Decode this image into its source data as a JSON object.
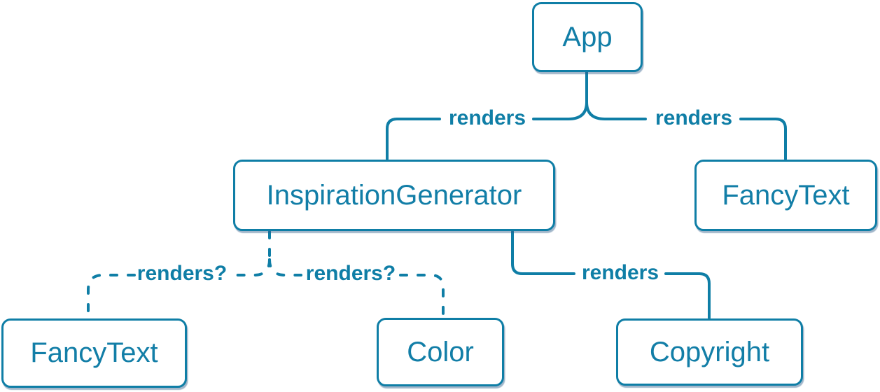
{
  "diagram": {
    "type": "tree",
    "nodes": [
      {
        "id": "app",
        "label": "App"
      },
      {
        "id": "inspiration-generator",
        "label": "InspirationGenerator"
      },
      {
        "id": "fancy-text-top",
        "label": "FancyText"
      },
      {
        "id": "fancy-text-bottom",
        "label": "FancyText"
      },
      {
        "id": "color",
        "label": "Color"
      },
      {
        "id": "copyright",
        "label": "Copyright"
      }
    ],
    "edges": [
      {
        "from": "App",
        "to": "InspirationGenerator",
        "label": "renders",
        "style": "solid"
      },
      {
        "from": "App",
        "to": "FancyText",
        "label": "renders",
        "style": "solid"
      },
      {
        "from": "InspirationGenerator",
        "to": "FancyText",
        "label": "renders?",
        "style": "dashed"
      },
      {
        "from": "InspirationGenerator",
        "to": "Color",
        "label": "renders?",
        "style": "dashed"
      },
      {
        "from": "InspirationGenerator",
        "to": "Copyright",
        "label": "renders",
        "style": "solid"
      }
    ],
    "colors": {
      "accent": "#0f7ea6",
      "node_fill": "#ffffff",
      "node_text": "#127ea7"
    }
  }
}
